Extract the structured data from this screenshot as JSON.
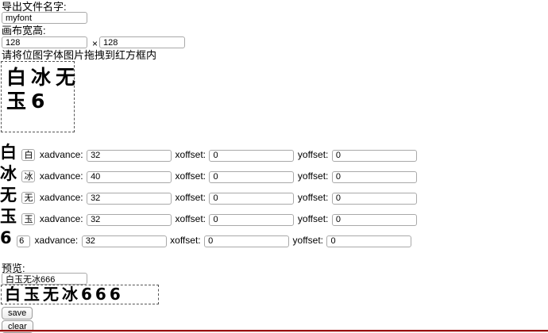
{
  "header": {
    "export_name_label": "导出文件名字:",
    "export_name_value": "myfont",
    "canvas_size_label": "画布宽高:",
    "canvas_width": "128",
    "times_sign": "×",
    "canvas_height": "128",
    "drop_hint": "请将位图字体图片拖拽到红方框内"
  },
  "dropzone": {
    "glyph_lines": [
      "白冰无",
      "玉6"
    ]
  },
  "row_labels": {
    "xadvance": "xadvance:",
    "xoffset": "xoffset:",
    "yoffset": "yoffset:"
  },
  "glyph_rows": [
    {
      "char": "白",
      "xadvance": "32",
      "xoffset": "0",
      "yoffset": "0"
    },
    {
      "char": "冰",
      "xadvance": "40",
      "xoffset": "0",
      "yoffset": "0"
    },
    {
      "char": "无",
      "xadvance": "32",
      "xoffset": "0",
      "yoffset": "0"
    },
    {
      "char": "玉",
      "xadvance": "32",
      "xoffset": "0",
      "yoffset": "0"
    },
    {
      "char": "6",
      "xadvance": "32",
      "xoffset": "0",
      "yoffset": "0"
    }
  ],
  "preview": {
    "label": "预览:",
    "input_value": "白玉无冰666",
    "rendered_text": "白玉无冰666"
  },
  "actions": {
    "save": "save",
    "clear": "clear"
  },
  "colors": {
    "divider_red": "#991111"
  }
}
